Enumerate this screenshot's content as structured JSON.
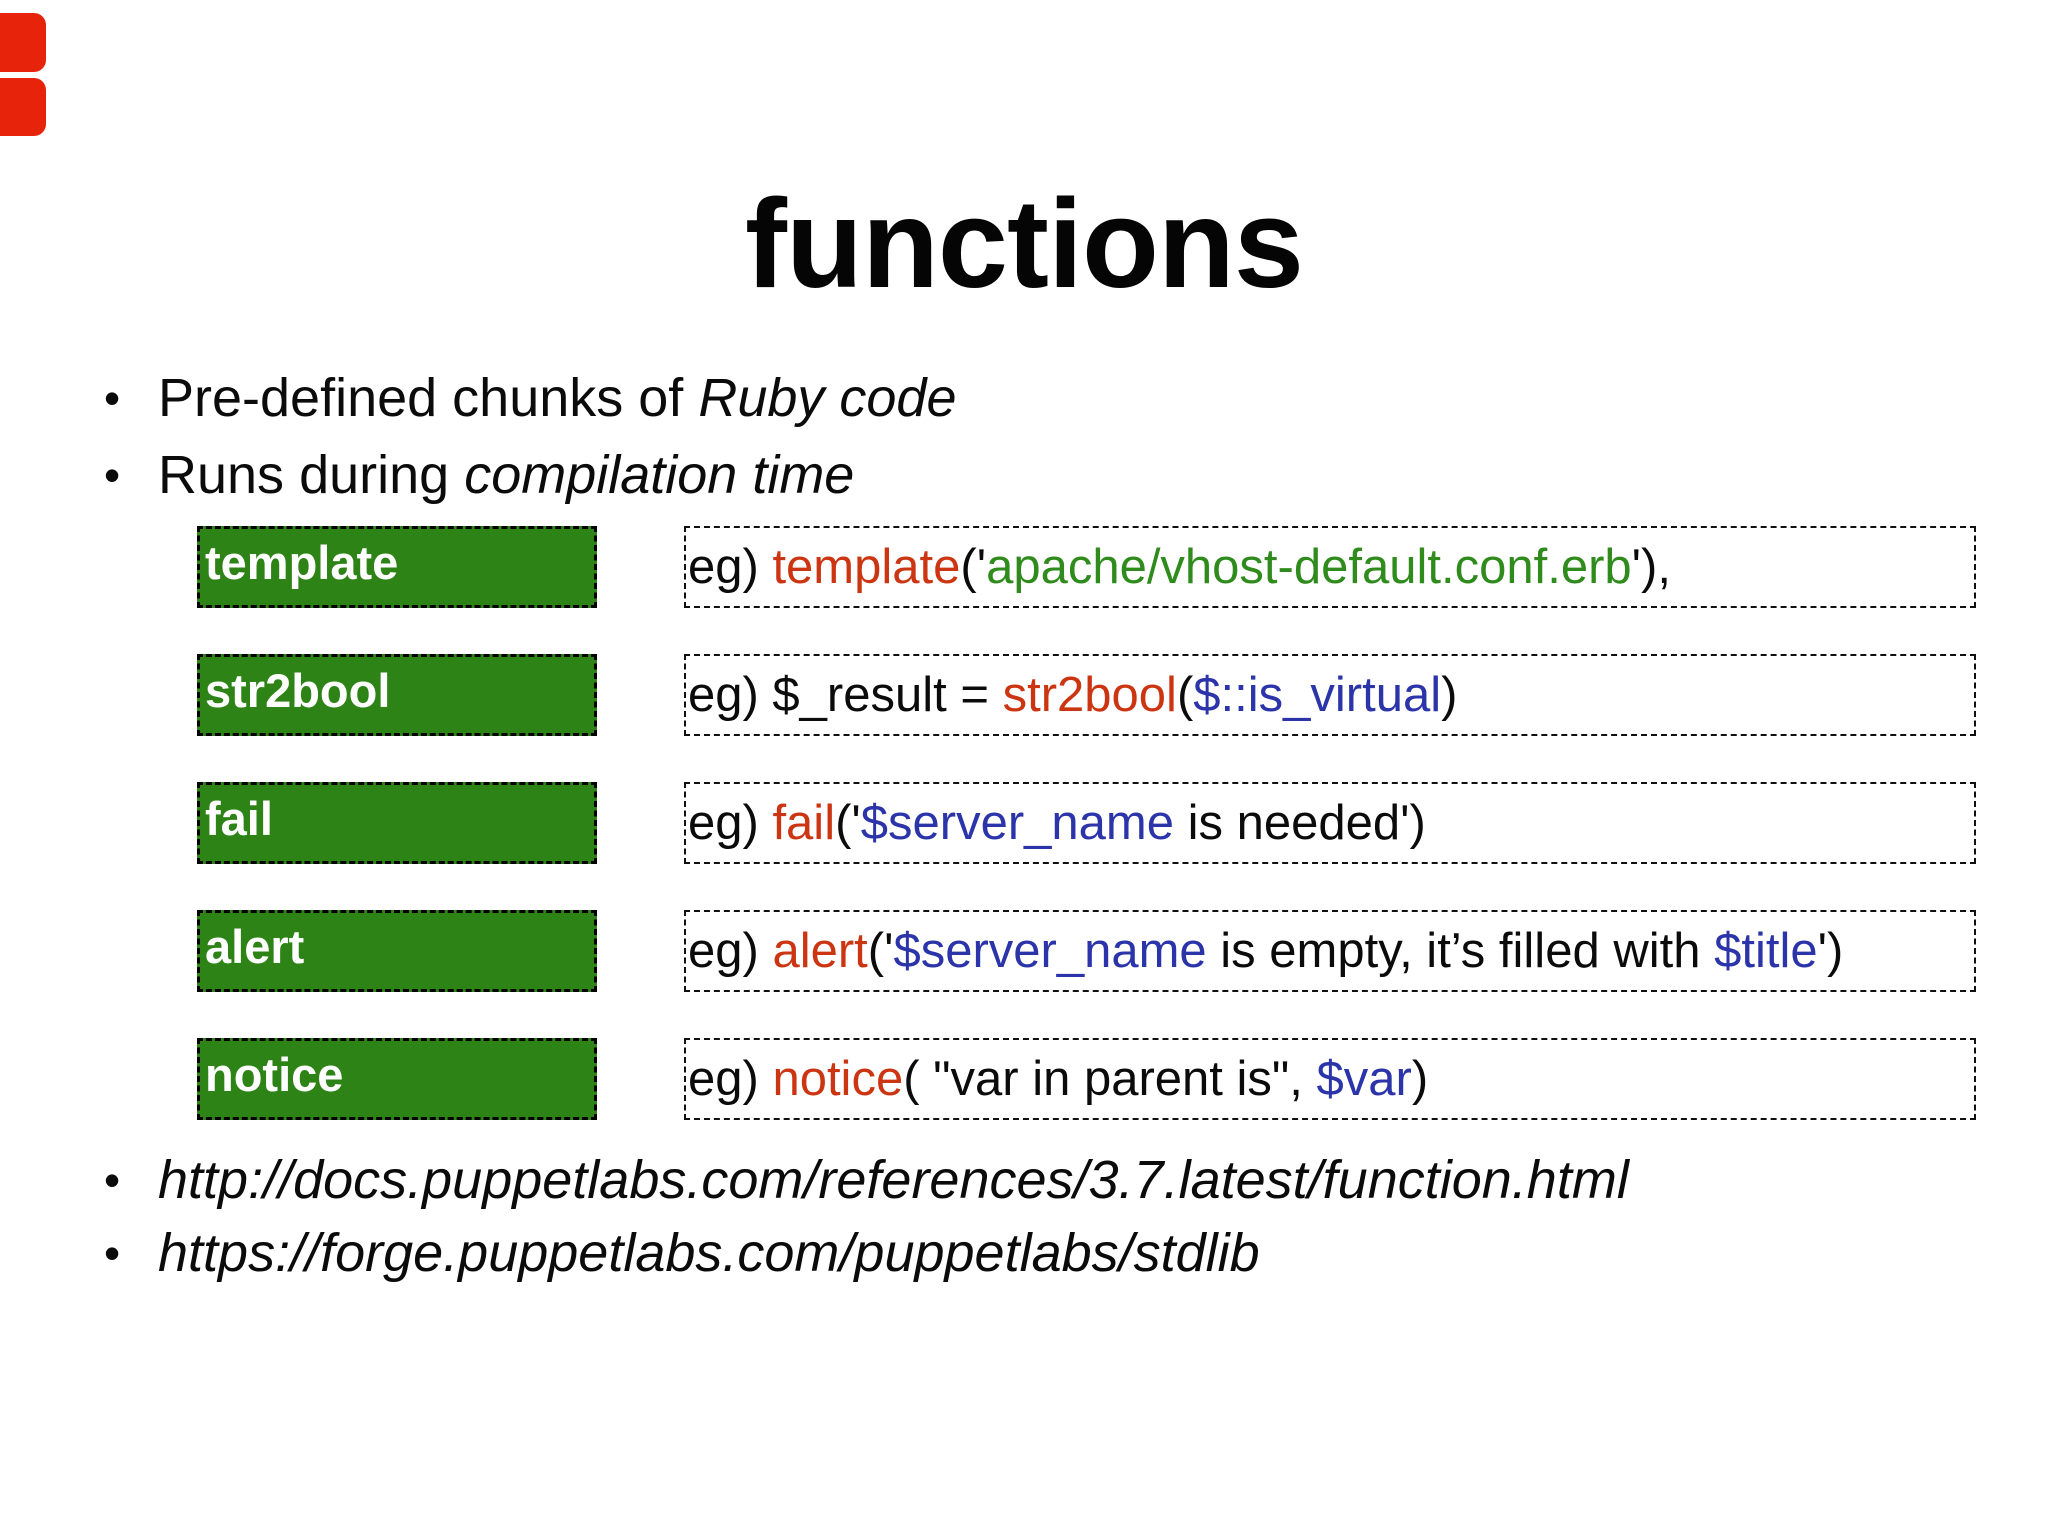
{
  "slide": {
    "title": "functions",
    "bullets": [
      {
        "plain": "Pre-defined chunks of ",
        "italic": "Ruby code"
      },
      {
        "plain": "Runs during ",
        "italic": "compilation time"
      }
    ],
    "function_rows": [
      {
        "label": "template",
        "example": [
          {
            "t": "eg) ",
            "c": "k"
          },
          {
            "t": "template",
            "c": "fn"
          },
          {
            "t": "('",
            "c": "k"
          },
          {
            "t": "apache/vhost-default.conf.erb",
            "c": "str"
          },
          {
            "t": "'),",
            "c": "k"
          }
        ]
      },
      {
        "label": "str2bool",
        "example": [
          {
            "t": "eg) $_result = ",
            "c": "k"
          },
          {
            "t": "str2bool",
            "c": "fn"
          },
          {
            "t": "(",
            "c": "k"
          },
          {
            "t": "$::is_virtual",
            "c": "var"
          },
          {
            "t": ")",
            "c": "k"
          }
        ]
      },
      {
        "label": "fail",
        "example": [
          {
            "t": "eg) ",
            "c": "k"
          },
          {
            "t": "fail",
            "c": "fn"
          },
          {
            "t": "('",
            "c": "k"
          },
          {
            "t": "$server_name",
            "c": "var"
          },
          {
            "t": " is needed')",
            "c": "k"
          }
        ]
      },
      {
        "label": "alert",
        "example": [
          {
            "t": "eg) ",
            "c": "k"
          },
          {
            "t": "alert",
            "c": "fn"
          },
          {
            "t": "('",
            "c": "k"
          },
          {
            "t": "$server_name",
            "c": "var"
          },
          {
            "t": " is empty, it’s filled with ",
            "c": "k"
          },
          {
            "t": "$title",
            "c": "var"
          },
          {
            "t": "')",
            "c": "k"
          }
        ]
      },
      {
        "label": "notice",
        "example": [
          {
            "t": "eg) ",
            "c": "k"
          },
          {
            "t": "notice",
            "c": "fn"
          },
          {
            "t": "( \"var in parent is\", ",
            "c": "k"
          },
          {
            "t": "$var",
            "c": "var"
          },
          {
            "t": ")",
            "c": "k"
          }
        ]
      }
    ],
    "references": [
      "http://docs.puppetlabs.com/references/3.7.latest/function.html",
      "https://forge.puppetlabs.com/puppetlabs/stdlib"
    ],
    "row_tops": [
      526,
      654,
      782,
      910,
      1038
    ],
    "colors": {
      "function_name_red": "#cc3512",
      "string_green": "#2e8b1c",
      "variable_blue": "#2b34a9",
      "label_box_green": "#2d8316",
      "marker_bar_red": "#e8230c"
    }
  }
}
